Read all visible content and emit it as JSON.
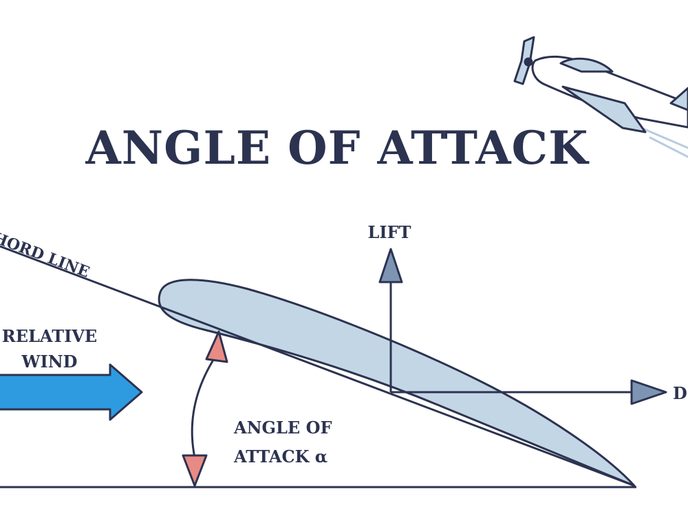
{
  "title": "ANGLE OF ATTACK",
  "labels": {
    "chord_line": "CHORD LINE",
    "lift": "LIFT",
    "drag": "DRAG",
    "relative_wind_line1": "RELATIVE",
    "relative_wind_line2": "WIND",
    "angle_line1": "ANGLE OF",
    "angle_line2": "ATTACK α"
  },
  "colors": {
    "outline": "#2c3350",
    "airfoil_fill": "#c3d6e6",
    "arrow_fill": "#7d95b3",
    "wind_fill": "#2e9be0",
    "angle_arrow_fill": "#e98b85"
  }
}
